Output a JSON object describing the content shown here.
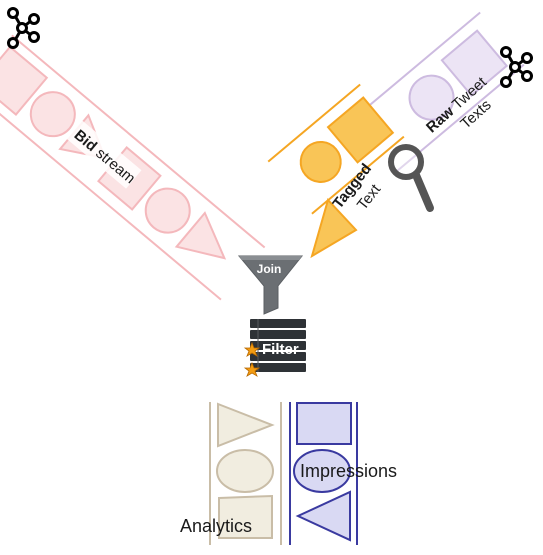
{
  "bid_stream": {
    "bold": "Bid",
    "rest": " stream"
  },
  "raw_stream": {
    "bold": "Raw",
    "line1_rest": " Tweet",
    "line2": "Texts"
  },
  "tagged_stream": {
    "bold": "Tagged",
    "line2": "Text"
  },
  "join": {
    "label": "Join"
  },
  "filter": {
    "label": "Filter"
  },
  "outputs": {
    "analytics": "Analytics",
    "impressions": "Impressions"
  },
  "colors": {
    "bid": "#f4b8bc",
    "bid_fill": "#fbe3e4",
    "raw": "#cdbbe0",
    "raw_fill": "#ece4f5",
    "tagged": "#f5a623",
    "tagged_fill": "#f9c557",
    "analytics": "#c9bda7",
    "analytics_fill": "#f1ede0",
    "impressions": "#3a3aa0",
    "impressions_fill": "#d9d9f3",
    "funnel": "#6b6f73",
    "server": "#2e3236",
    "star": "#f39c12"
  },
  "icons": [
    "kafka-icon",
    "magnifier-icon",
    "funnel-icon",
    "server-icon",
    "star-icon"
  ]
}
